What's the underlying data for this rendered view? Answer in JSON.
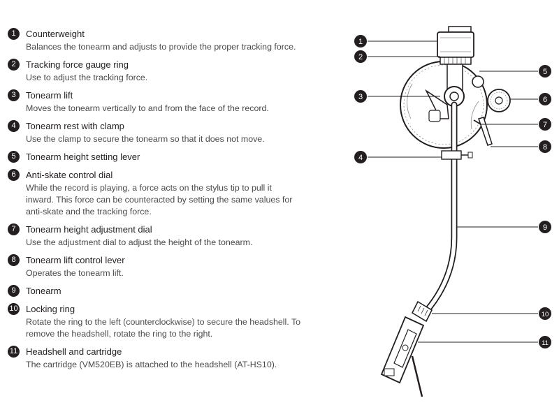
{
  "parts": [
    {
      "number": "1",
      "name": "Counterweight",
      "description": "Balances the tonearm and adjusts to provide the proper tracking force."
    },
    {
      "number": "2",
      "name": "Tracking force gauge ring",
      "description": "Use to adjust the tracking force."
    },
    {
      "number": "3",
      "name": "Tonearm lift",
      "description": "Moves the tonearm vertically to and from the face of the record."
    },
    {
      "number": "4",
      "name": "Tonearm rest with clamp",
      "description": "Use the clamp to secure the tonearm so that it does not move."
    },
    {
      "number": "5",
      "name": "Tonearm height setting lever",
      "description": ""
    },
    {
      "number": "6",
      "name": "Anti-skate control dial",
      "description": "While the record is playing, a force acts on the stylus tip to pull it inward. This force can be counteracted by setting the same values for anti-skate and the tracking force."
    },
    {
      "number": "7",
      "name": "Tonearm height adjustment dial",
      "description": "Use the adjustment dial to adjust the height of the tonearm."
    },
    {
      "number": "8",
      "name": "Tonearm lift control lever",
      "description": "Operates the tonearm lift."
    },
    {
      "number": "9",
      "name": "Tonearm",
      "description": ""
    },
    {
      "number": "10",
      "name": "Locking ring",
      "description": "Rotate the ring to the left (counterclockwise) to secure the headshell. To remove the headshell, rotate the ring to the right."
    },
    {
      "number": "11",
      "name": "Headshell and cartridge",
      "description": "The cartridge (VM520EB) is attached to the headshell (AT-HS10)."
    }
  ],
  "callouts": [
    "1",
    "2",
    "3",
    "4",
    "5",
    "6",
    "7",
    "8",
    "9",
    "10",
    "11"
  ]
}
